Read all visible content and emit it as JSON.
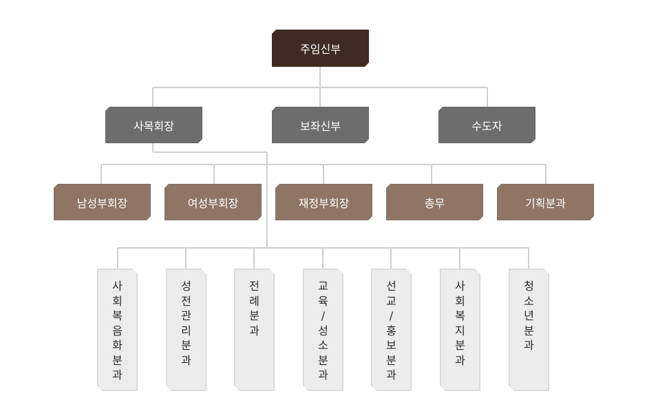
{
  "top": {
    "label": "주임신부"
  },
  "level2": [
    {
      "label": "사목회장"
    },
    {
      "label": "보좌신부"
    },
    {
      "label": "수도자"
    }
  ],
  "level3": [
    {
      "label": "남성부회장"
    },
    {
      "label": "여성부회장"
    },
    {
      "label": "재정부회장"
    },
    {
      "label": "총무"
    },
    {
      "label": "기획분과"
    }
  ],
  "level4": [
    {
      "label": "사회복음화분과"
    },
    {
      "label": "성전관리분과"
    },
    {
      "label": "전례분과"
    },
    {
      "label": "교육/성소분과"
    },
    {
      "label": "선교/홍보분과"
    },
    {
      "label": "사회복지분과"
    },
    {
      "label": "청소년분과"
    }
  ],
  "colors": {
    "top": "#3f2a25",
    "level2": "#6d6d6d",
    "level3": "#8e7565",
    "level4": "#ececec",
    "connector": "#cfcfcf"
  }
}
